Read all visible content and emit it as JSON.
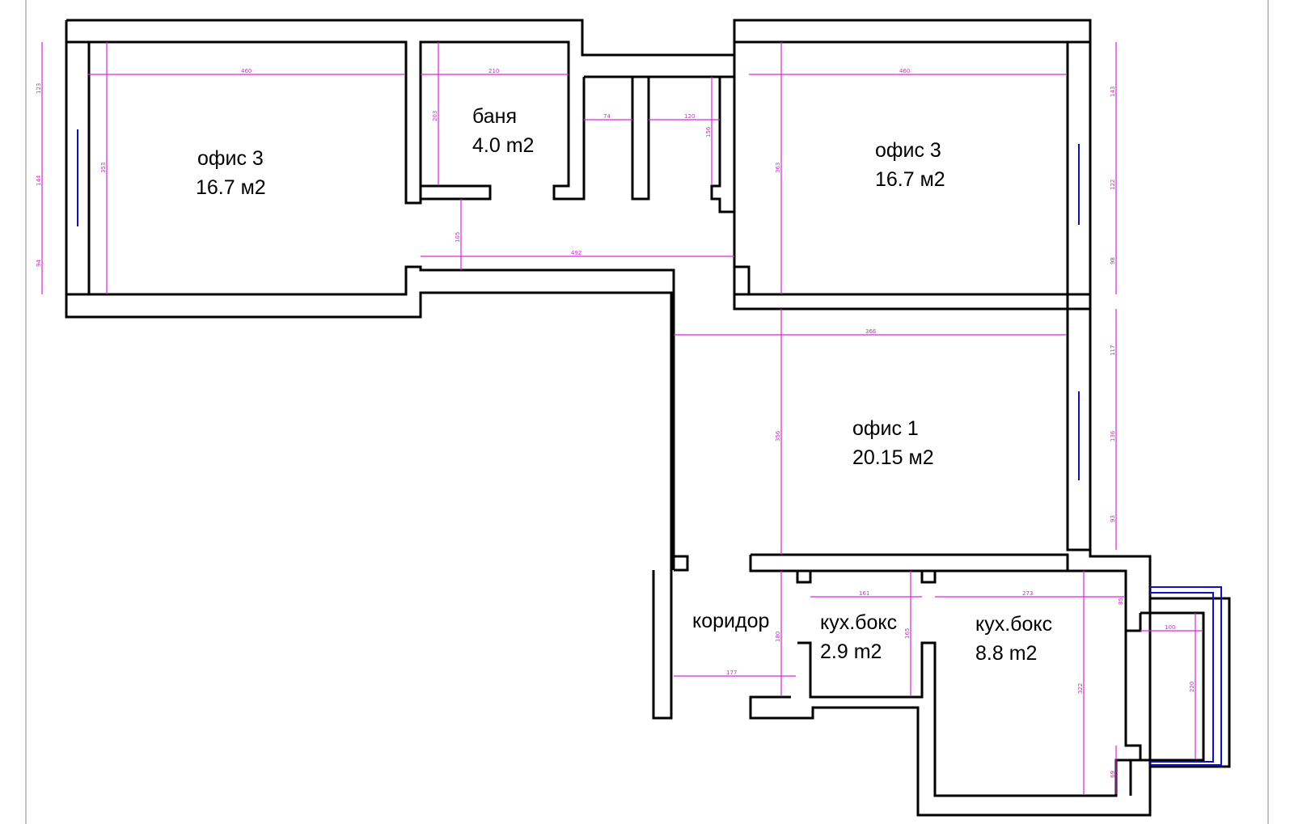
{
  "colors": {
    "wall": "#000000",
    "dimension": "#e020e0",
    "window": "#1010cc",
    "background": "#ffffff"
  },
  "rooms": [
    {
      "id": "office-left",
      "name": "офис 3",
      "area": "16.7 м2"
    },
    {
      "id": "bath",
      "name": "баня",
      "area": "4.0 m2"
    },
    {
      "id": "office-right",
      "name": "офис 3",
      "area": "16.7 м2"
    },
    {
      "id": "office-1",
      "name": "офис 1",
      "area": "20.15 м2"
    },
    {
      "id": "corridor",
      "name": "коридор",
      "area": ""
    },
    {
      "id": "kitchen-small",
      "name": "кух.бокс",
      "area": "2.9 m2"
    },
    {
      "id": "kitchen-big",
      "name": "кух.бокс",
      "area": "8.8 m2"
    }
  ],
  "dimensions": [
    "460",
    "210",
    "74",
    "120",
    "460",
    "123",
    "144",
    "94",
    "353",
    "203",
    "156",
    "363",
    "143",
    "122",
    "98",
    "105",
    "492",
    "366",
    "117",
    "136",
    "93",
    "356",
    "161",
    "273",
    "85",
    "100",
    "165",
    "180",
    "177",
    "220",
    "322",
    "69"
  ]
}
